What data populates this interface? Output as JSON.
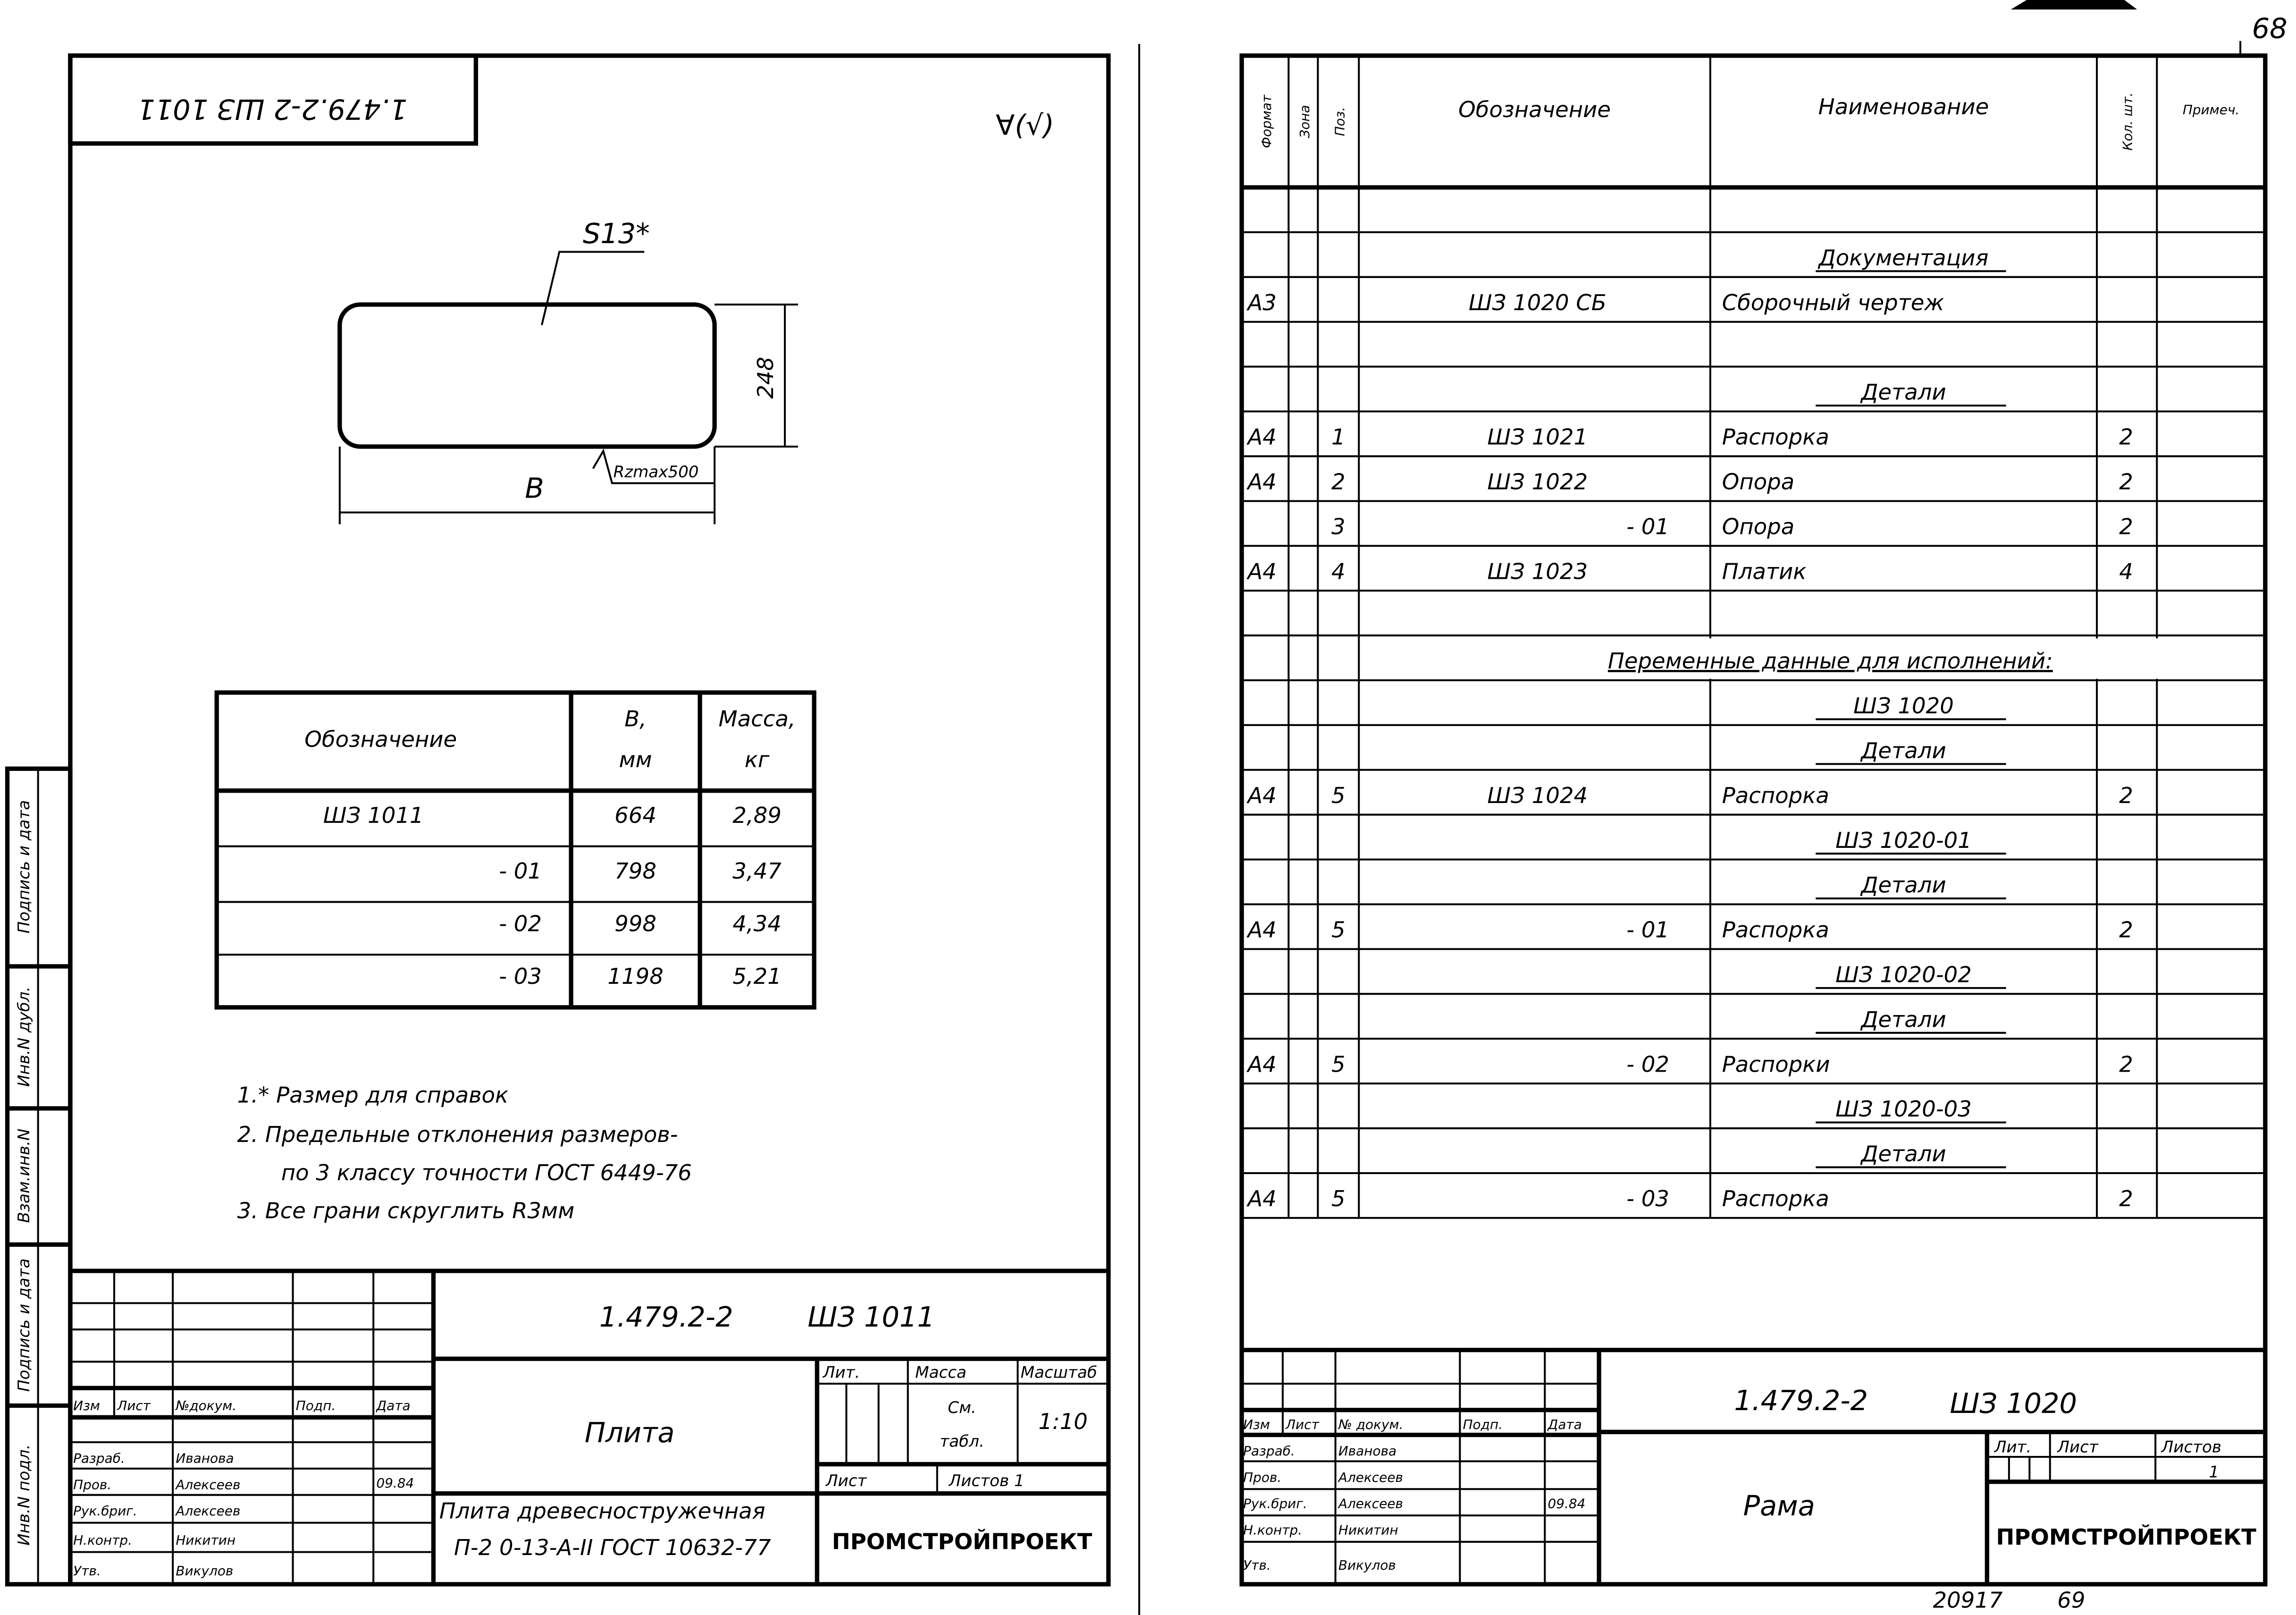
{
  "left_sheet": {
    "corner_stamp": "1.479.2-2 ШЗ 1011",
    "roughness_symbol": "∀(√)",
    "drawing": {
      "size_label": "S13*",
      "height_dim": "248",
      "width_dim": "B",
      "roughness": "Rzmax500"
    },
    "table": {
      "headers": [
        "Обозначение",
        "B,",
        "мм",
        "Масса,",
        "кг"
      ],
      "rows": [
        [
          "ШЗ 1011",
          "664",
          "2,89"
        ],
        [
          "- 01",
          "798",
          "3,47"
        ],
        [
          "- 02",
          "998",
          "4,34"
        ],
        [
          "- 03",
          "1198",
          "5,21"
        ]
      ]
    },
    "notes": [
      "1.* Размер для справок",
      "2. Предельные отклонения размеров-",
      "по 3 классу точности ГОСТ 6449-76",
      "3. Все грани скруглить R3мм"
    ],
    "side_strip": [
      "Инв.N подл.",
      "Подпись и дата",
      "Взам.инв.N",
      "Инв.N дубл.",
      "Подпись и дата"
    ],
    "title_block": {
      "code": "1.479.2-2",
      "doc": "ШЗ 1011",
      "col_headers": [
        "Изм",
        "Лист",
        "№докум.",
        "Подп.",
        "Дата"
      ],
      "roles": [
        "Разраб.",
        "Пров.",
        "Рук.бриг.",
        "Н.контр.",
        "Утв."
      ],
      "names": [
        "Иванова",
        "Алексеев",
        "Алексеев",
        "Никитин",
        "Викулов"
      ],
      "date": "09.84",
      "title": "Плита",
      "lit_label": "Лит.",
      "mass_label": "Масса",
      "scale_label": "Масштаб",
      "mass_value_1": "См.",
      "mass_value_2": "табл.",
      "scale_value": "1:10",
      "sheet_label": "Лист",
      "sheets_label": "Листов 1",
      "material_1": "Плита древесностружечная",
      "material_2": "П-2 0-13-А-II ГОСТ 10632-77",
      "org": "ПРОМСТРОЙПРОЕКТ"
    }
  },
  "right_sheet": {
    "page_number": "68",
    "headers": [
      "Формат",
      "Зона",
      "Поз.",
      "Обозначение",
      "Наименование",
      "Кол. шт.",
      "Примеч."
    ],
    "rows": [
      [
        "",
        "",
        "",
        "",
        "",
        "",
        ""
      ],
      [
        "",
        "",
        "",
        "",
        "Документация",
        "",
        "",
        "section"
      ],
      [
        "А3",
        "",
        "",
        "ШЗ 1020 СБ",
        "Сборочный чертеж",
        "",
        ""
      ],
      [
        "",
        "",
        "",
        "",
        "",
        "",
        ""
      ],
      [
        "",
        "",
        "",
        "",
        "Детали",
        "",
        "",
        "section"
      ],
      [
        "А4",
        "",
        "1",
        "ШЗ 1021",
        "Распорка",
        "2",
        ""
      ],
      [
        "А4",
        "",
        "2",
        "ШЗ 1022",
        "Опора",
        "2",
        ""
      ],
      [
        "",
        "",
        "3",
        "- 01",
        "Опора",
        "2",
        ""
      ],
      [
        "А4",
        "",
        "4",
        "ШЗ 1023",
        "Платик",
        "4",
        ""
      ],
      [
        "",
        "",
        "",
        "",
        "",
        "",
        ""
      ],
      [
        "",
        "",
        "",
        "",
        "Переменные данные для исполнений:",
        "",
        "",
        "wide"
      ],
      [
        "",
        "",
        "",
        "",
        "ШЗ 1020",
        "",
        "",
        "section"
      ],
      [
        "",
        "",
        "",
        "",
        "Детали",
        "",
        "",
        "section"
      ],
      [
        "А4",
        "",
        "5",
        "ШЗ 1024",
        "Распорка",
        "2",
        ""
      ],
      [
        "",
        "",
        "",
        "",
        "ШЗ 1020-01",
        "",
        "",
        "section"
      ],
      [
        "",
        "",
        "",
        "",
        "Детали",
        "",
        "",
        "section"
      ],
      [
        "А4",
        "",
        "5",
        "- 01",
        "Распорка",
        "2",
        ""
      ],
      [
        "",
        "",
        "",
        "",
        "ШЗ 1020-02",
        "",
        "",
        "section"
      ],
      [
        "",
        "",
        "",
        "",
        "Детали",
        "",
        "",
        "section"
      ],
      [
        "А4",
        "",
        "5",
        "- 02",
        "Распорки",
        "2",
        ""
      ],
      [
        "",
        "",
        "",
        "",
        "ШЗ 1020-03",
        "",
        "",
        "section"
      ],
      [
        "",
        "",
        "",
        "",
        "Детали",
        "",
        "",
        "section"
      ],
      [
        "А4",
        "",
        "5",
        "- 03",
        "Распорка",
        "2",
        ""
      ]
    ],
    "title_block": {
      "code": "1.479.2-2",
      "doc": "ШЗ 1020",
      "col_headers": [
        "Изм",
        "Лист",
        "№ докум.",
        "Подп.",
        "Дата"
      ],
      "roles": [
        "Разраб.",
        "Пров.",
        "Рук.бриг.",
        "Н.контр.",
        "Утв."
      ],
      "names": [
        "Иванова",
        "Алексеев",
        "Алексеев",
        "Никитин",
        "Викулов"
      ],
      "date": "09.84",
      "title": "Рама",
      "lit_label": "Лит.",
      "sheet_label": "Лист",
      "sheets_label": "Листов",
      "sheets_value": "1",
      "org": "ПРОМСТРОЙПРОЕКТ"
    },
    "archive_number": "20917",
    "archive_page": "69"
  }
}
